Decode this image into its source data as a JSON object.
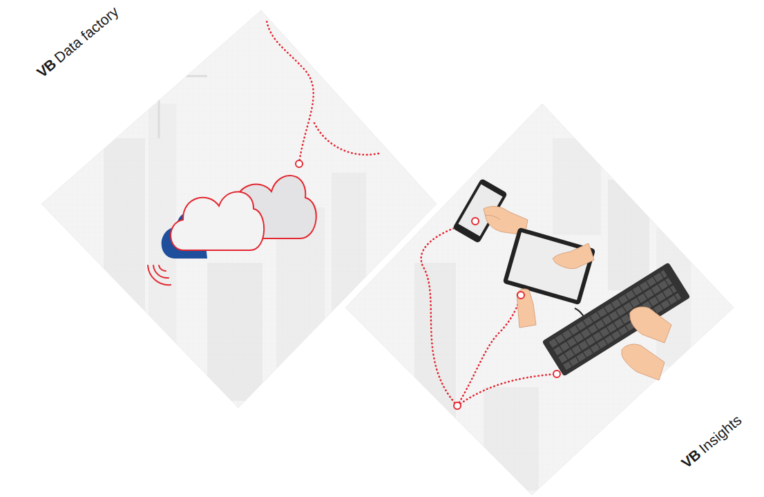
{
  "diagram": {
    "nodes": [
      {
        "text": [
          "VB",
          "Data factory"
        ]
      },
      {
        "text": [
          "VB",
          "Insights"
        ]
      }
    ]
  }
}
